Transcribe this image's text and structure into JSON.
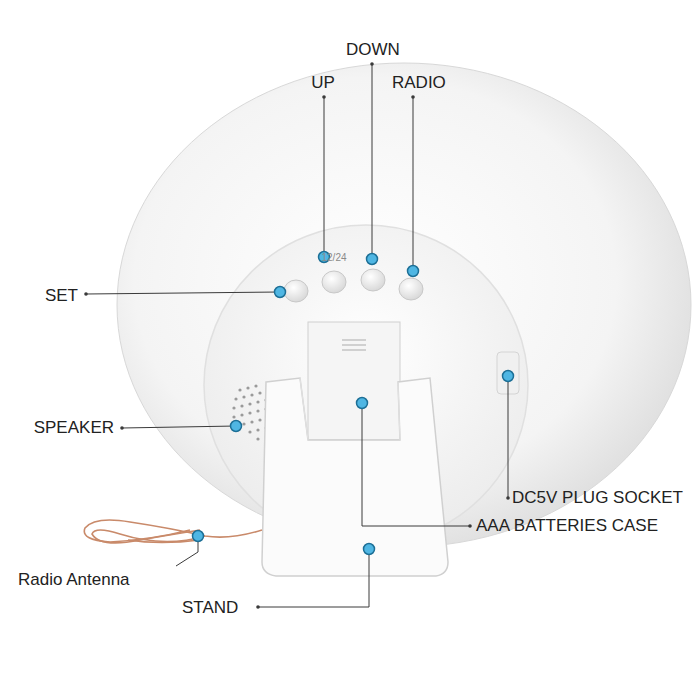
{
  "diagram": {
    "labels": [
      "DOWN",
      "UP",
      "RADIO",
      "12/24",
      "SET",
      "SPEAKER",
      "DC5V PLUG SOCKET",
      "AAA BATTERIES CASE",
      "Radio Antenna",
      "STAND"
    ]
  }
}
